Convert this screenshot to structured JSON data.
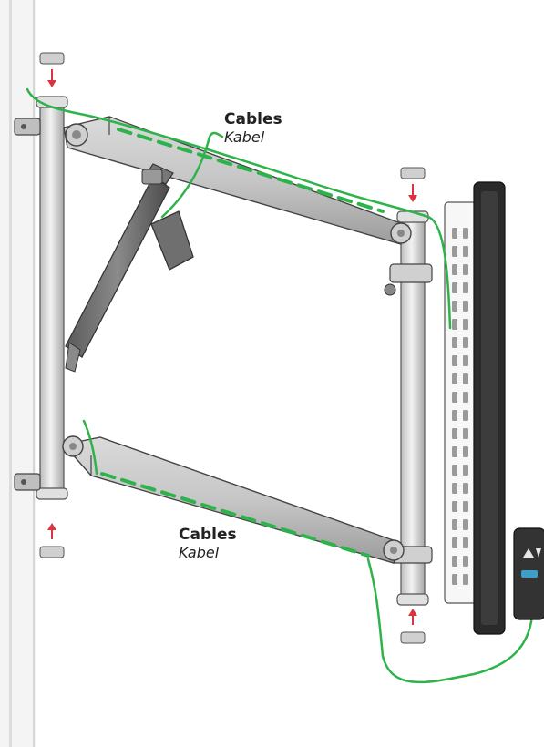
{
  "labels": {
    "upper": {
      "en": "Cables",
      "de": "Kabel"
    },
    "lower": {
      "en": "Cables",
      "de": "Kabel"
    }
  },
  "colors": {
    "cable": "#2db34a",
    "arrow": "#d9343f",
    "metal_light": "#e6e6e6",
    "metal_mid": "#c4c4c4",
    "metal_dark": "#6b6b6b",
    "outline": "#333333",
    "screen_frame": "#2a2a2a"
  },
  "icons": {
    "arrows": "red-down-up-arrow-icons",
    "remote_buttons": "up-down-triangle-icons"
  }
}
